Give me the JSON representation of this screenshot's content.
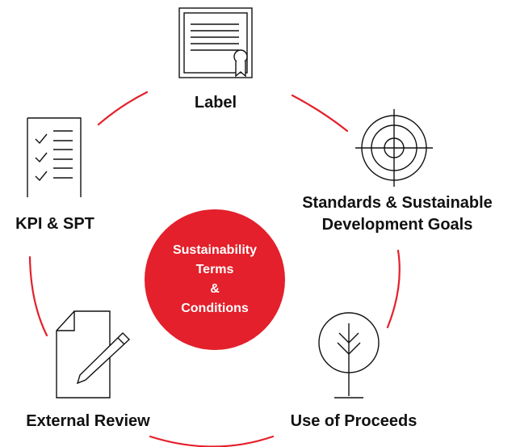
{
  "colors": {
    "accent": "#e3202b",
    "ink": "#111111",
    "center_text": "#ffffff"
  },
  "center": {
    "line1": "Sustainability",
    "line2": "Terms",
    "line3": "&",
    "line4": "Conditions"
  },
  "nodes": [
    {
      "label": "Label",
      "icon": "certificate-icon"
    },
    {
      "label_line1": "Standards & Sustainable",
      "label_line2": "Development Goals",
      "icon": "target-icon"
    },
    {
      "label": "Use of Proceeds",
      "icon": "tree-icon"
    },
    {
      "label": "External Review",
      "icon": "document-pen-icon"
    },
    {
      "label": "KPI & SPT",
      "icon": "checklist-icon"
    }
  ]
}
